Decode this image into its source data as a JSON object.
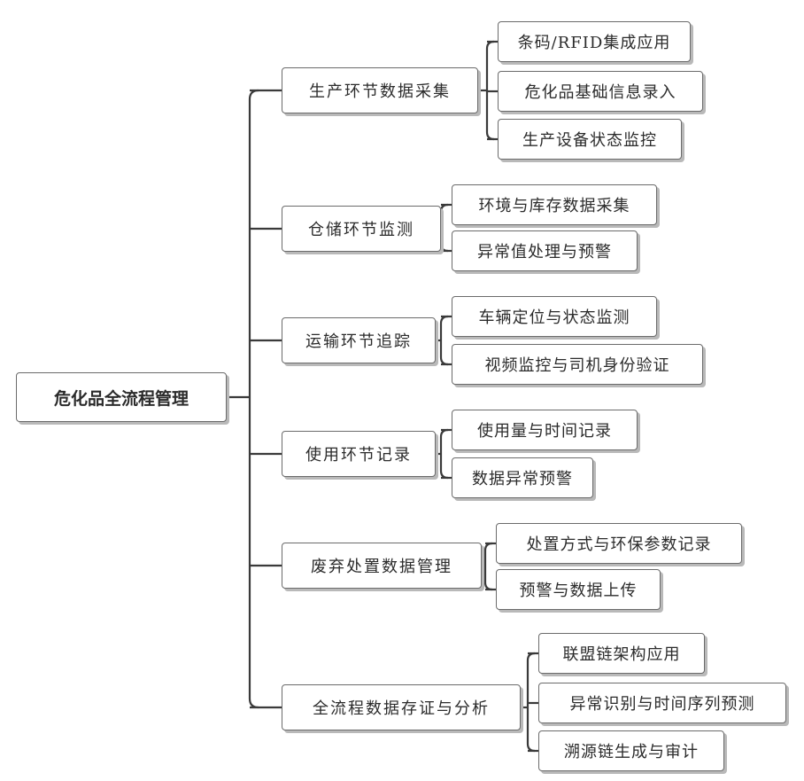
{
  "diagram": {
    "root": "危化品全流程管理",
    "branches": [
      {
        "label": "生产环节数据采集",
        "children": [
          "条码/RFID集成应用",
          "危化品基础信息录入",
          "生产设备状态监控"
        ]
      },
      {
        "label": "仓储环节监测",
        "children": [
          "环境与库存数据采集",
          "异常值处理与预警"
        ]
      },
      {
        "label": "运输环节追踪",
        "children": [
          "车辆定位与状态监测",
          "视频监控与司机身份验证"
        ]
      },
      {
        "label": "使用环节记录",
        "children": [
          "使用量与时间记录",
          "数据异常预警"
        ]
      },
      {
        "label": "废弃处置数据管理",
        "children": [
          "处置方式与环保参数记录",
          "预警与数据上传"
        ]
      },
      {
        "label": "全流程数据存证与分析",
        "children": [
          "联盟链架构应用",
          "异常识别与时间序列预测",
          "溯源链生成与审计"
        ]
      }
    ]
  }
}
